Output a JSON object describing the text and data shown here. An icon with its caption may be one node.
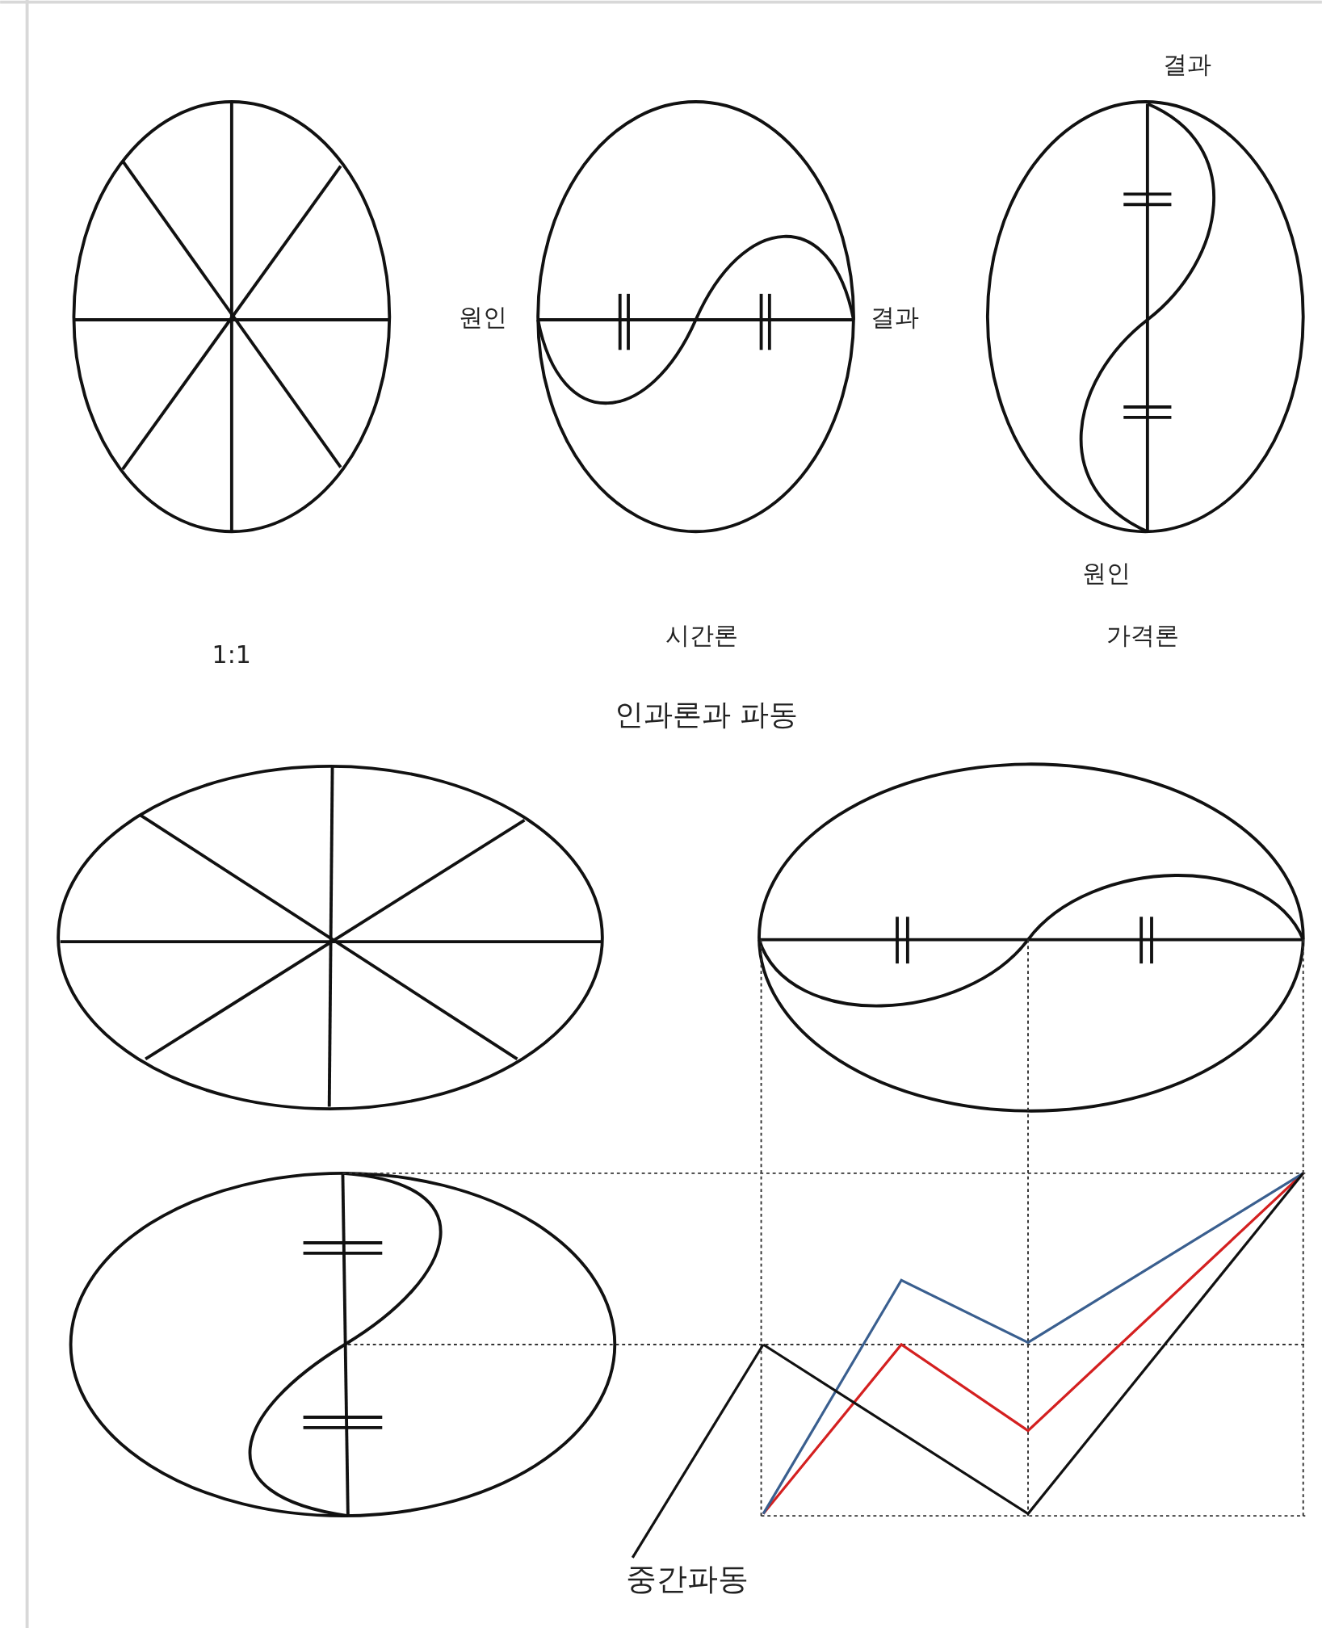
{
  "diagram": {
    "nodes": [
      {
        "text": [
          "중간파동"
        ]
      },
      {
        "text": [],
        "shape": "line"
      }
    ],
    "edges": [
      {
        "from": 0,
        "to": 1,
        "arrow": "none"
      }
    ],
    "labels": [
      "결과",
      "원인",
      "결과",
      "원인",
      "1:1",
      "시간론",
      "가격론",
      "인과론과 파동"
    ]
  }
}
